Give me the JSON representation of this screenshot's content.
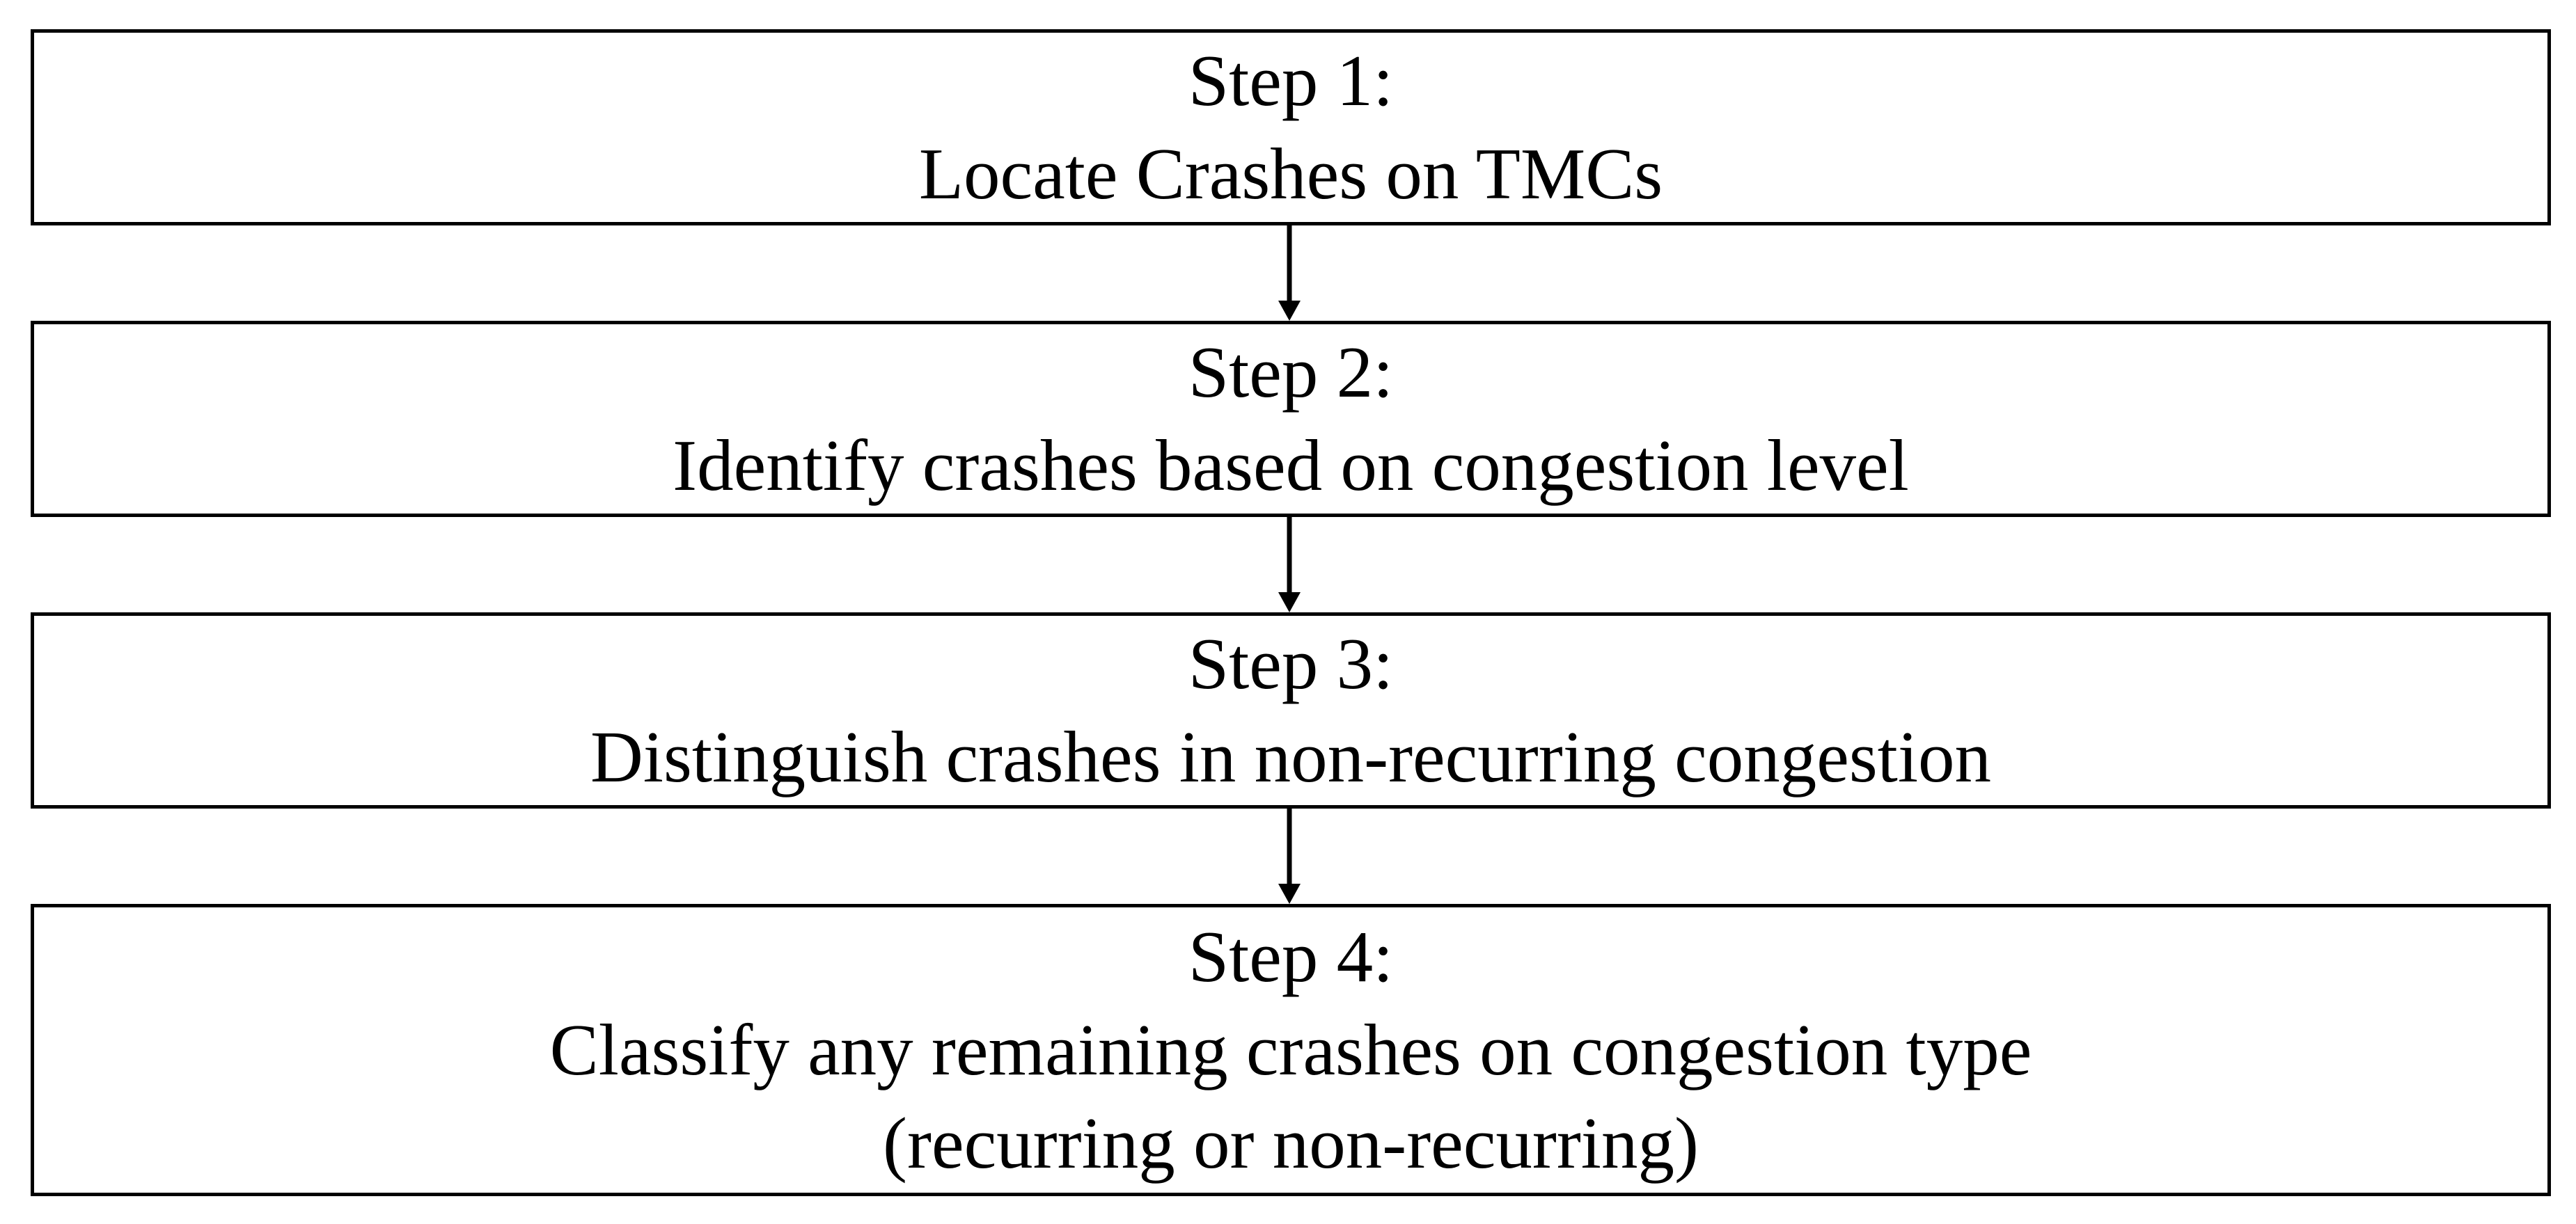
{
  "steps": [
    {
      "title": "Step 1:",
      "lines": [
        "Locate Crashes on TMCs"
      ]
    },
    {
      "title": "Step 2:",
      "lines": [
        "Identify crashes based on congestion level"
      ]
    },
    {
      "title": "Step 3:",
      "lines": [
        "Distinguish crashes in non-recurring congestion"
      ]
    },
    {
      "title": "Step 4:",
      "lines": [
        "Classify any remaining crashes on congestion type",
        "(recurring or non-recurring)"
      ]
    }
  ],
  "colors": {
    "border": "#000000",
    "arrow": "#000000",
    "background": "#ffffff"
  }
}
